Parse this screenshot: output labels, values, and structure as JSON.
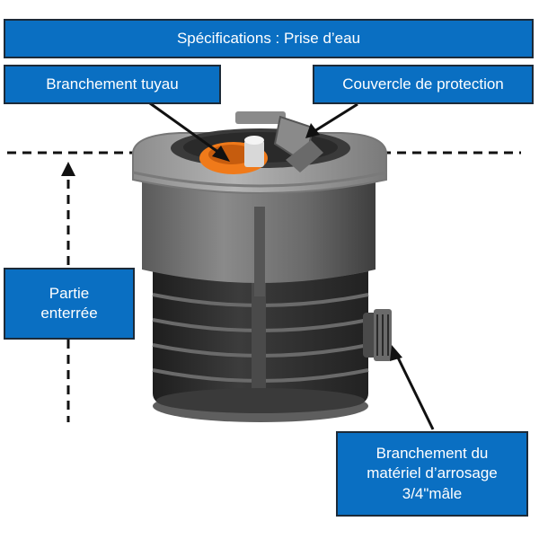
{
  "title": "Spécifications : Prise d’eau",
  "labels": {
    "hose": "Branchement tuyau",
    "cover": "Couvercle de protection",
    "buried_line1": "Partie",
    "buried_line2": "enterrée",
    "garden_line1": "Branchement du",
    "garden_line2": "matériel d’arrosage",
    "garden_line3": "3/4\"mâle"
  },
  "colors": {
    "box_fill": "#0a6fc2",
    "box_border": "#1c2a38",
    "box_text": "#ffffff",
    "body_grey": "#6e6e6e",
    "lid_grey": "#9a9a9a",
    "ribs_dark": "#2f2f2f",
    "accent_orange": "#f07a1a"
  }
}
